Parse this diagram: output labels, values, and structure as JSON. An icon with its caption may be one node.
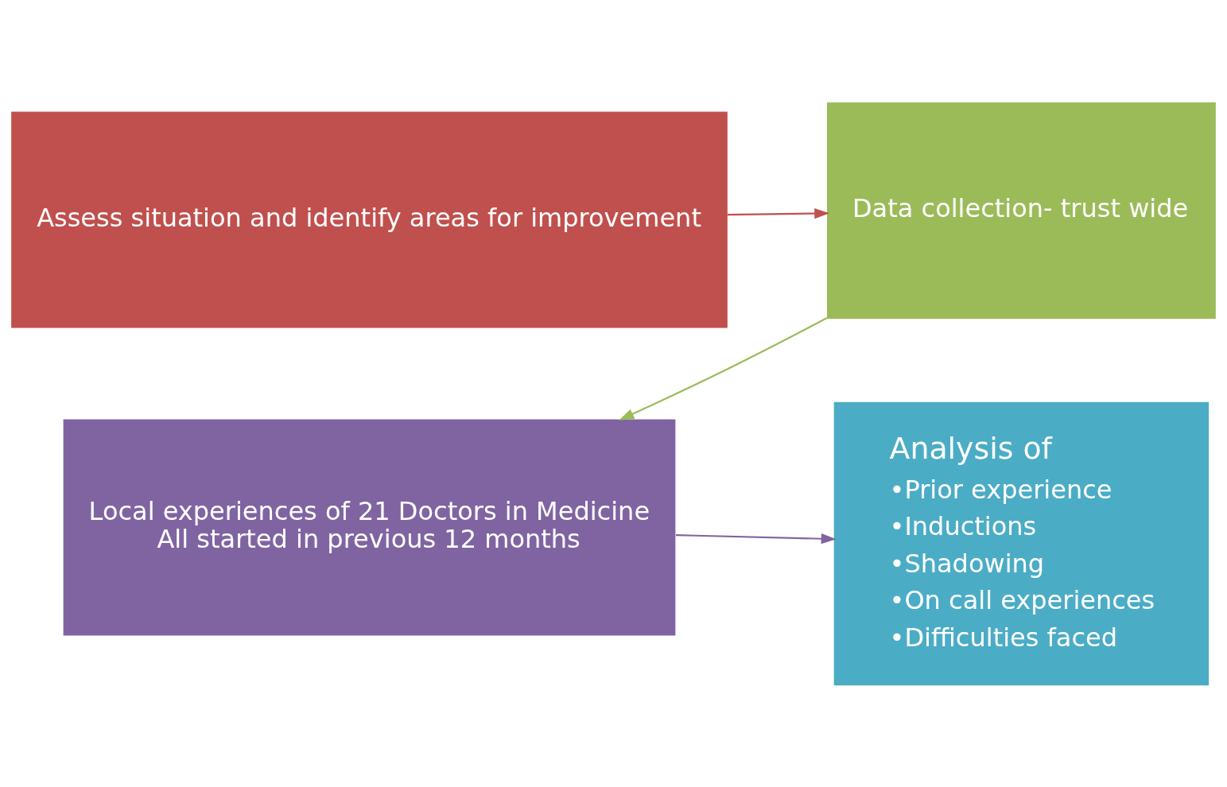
{
  "diagram": {
    "nodes": [
      {
        "text": [
          "Assess situation and identify areas for improvement"
        ]
      },
      {
        "text": [
          "Data collection- trust wide"
        ]
      },
      {
        "text": [
          "Local experiences of 21 Doctors in Medicine",
          "All started in previous 12 months"
        ]
      },
      {
        "text": [
          "Analysis of",
          "•Prior experience",
          "•Inductions",
          "•Shadowing",
          "•On call experiences",
          "•Difficulties faced"
        ]
      }
    ],
    "edges": [
      {
        "from": 0,
        "to": 1,
        "arrow": "to",
        "color": "#c0504d"
      },
      {
        "from": 1,
        "to": 2,
        "arrow": "to",
        "color": "#9bbb59"
      },
      {
        "from": 2,
        "to": 3,
        "arrow": "to",
        "color": "#8064a2"
      }
    ]
  }
}
